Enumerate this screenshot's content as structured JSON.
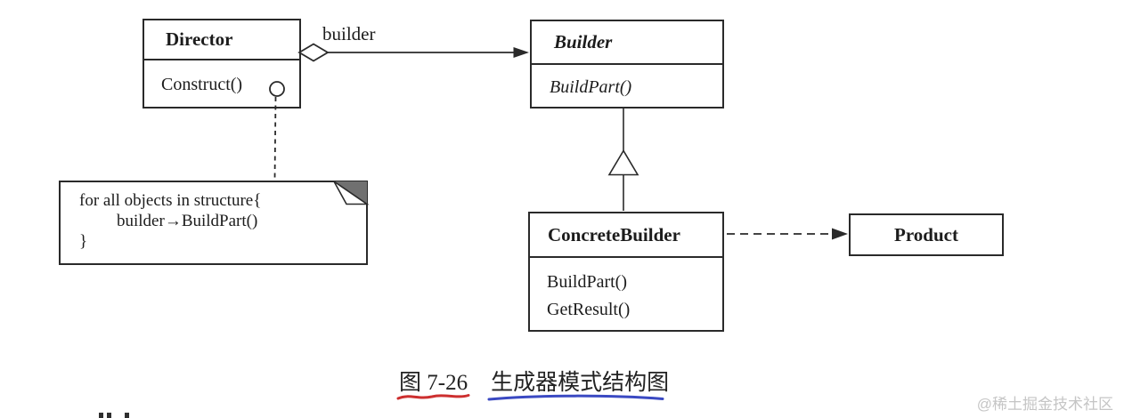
{
  "diagram": {
    "classes": {
      "director": {
        "name": "Director",
        "methods": [
          "Construct()"
        ]
      },
      "builder": {
        "name": "Builder",
        "methods": [
          "BuildPart()"
        ]
      },
      "concrete_builder": {
        "name": "ConcreteBuilder",
        "methods": [
          "BuildPart()",
          "GetResult()"
        ]
      },
      "product": {
        "name": "Product",
        "methods": []
      }
    },
    "association_label": "builder",
    "note": {
      "line1": "for all objects in structure{",
      "line2": "builder→BuildPart()",
      "line3": "}"
    }
  },
  "caption": {
    "figure_label": "图 7-26",
    "figure_title": "生成器模式结构图"
  },
  "watermark": "@稀土掘金技术社区",
  "colors": {
    "line": "#2a2a2a",
    "red_underline": "#cd2f2f",
    "blue_underline": "#3a49c2",
    "note_fold": "#707070",
    "watermark_gray": "#c5c5c5"
  }
}
